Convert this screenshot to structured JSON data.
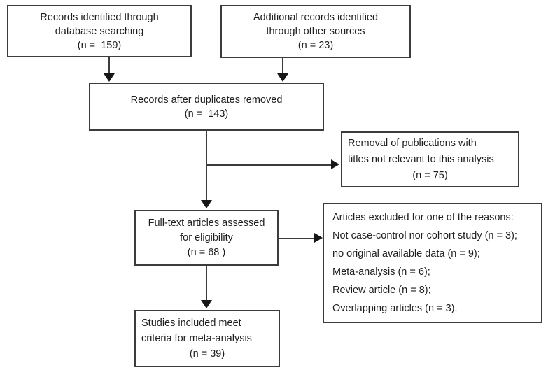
{
  "colors": {
    "background": "#ffffff",
    "box_border": "#3c3c3c",
    "arrow_line": "#3c3c3c",
    "arrowhead": "#161616",
    "text": "#1e1e1e"
  },
  "diagram": {
    "type": "prisma-flowchart",
    "boxes": {
      "identified": {
        "lines": [
          "Records identified through",
          "database searching",
          "(n =  159)"
        ]
      },
      "additional": {
        "lines": [
          "Additional records identified",
          "through other sources",
          "(n = 23)"
        ]
      },
      "after_duplicates": {
        "lines": [
          "Records after duplicates removed",
          "(n =  143)"
        ]
      },
      "removal": {
        "lines": [
          "Removal of publications with",
          "titles not relevant to this analysis",
          "(n = 75)"
        ]
      },
      "full_text": {
        "lines": [
          "Full-text articles assessed",
          "for eligibility",
          "(n = 68 )"
        ]
      },
      "excluded": {
        "lines": [
          "Articles excluded for one of the reasons:",
          "Not case-control nor cohort study (n = 3);",
          "no original available data (n = 9);",
          "Meta-analysis (n = 6);",
          "Review article (n = 8);",
          "Overlapping articles (n = 3)."
        ]
      },
      "included": {
        "lines": [
          "Studies included meet",
          "criteria for meta-analysis",
          "(n = 39)"
        ]
      }
    }
  }
}
